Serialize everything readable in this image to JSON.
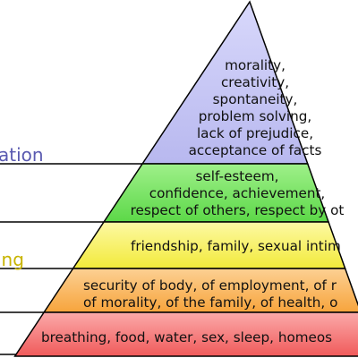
{
  "pyramid": {
    "tiers": [
      {
        "level": "top",
        "fill": "#b8b8ef",
        "fill_light": "#d8d8fb",
        "lines": [
          "morality,",
          "creativity,",
          "spontaneity,",
          "problem solving,",
          "lack of prejudice,",
          "acceptance of facts"
        ]
      },
      {
        "level": "second",
        "fill": "#5cd848",
        "fill_light": "#9ff08a",
        "lines": [
          "self-esteem,",
          "confidence, achievement,",
          "respect of others, respect by ot"
        ]
      },
      {
        "level": "third",
        "fill": "#f2ea3a",
        "fill_light": "#fdf9a4",
        "lines": [
          "friendship, family, sexual intim"
        ]
      },
      {
        "level": "fourth",
        "fill": "#f7a43c",
        "fill_light": "#fcd093",
        "lines": [
          "security of body, of employment, of r",
          "of morality, of the family, of health, o"
        ]
      },
      {
        "level": "base",
        "fill": "#f05a5a",
        "fill_light": "#fbaaaa",
        "lines": [
          "breathing, food, water, sex, sleep, homeos"
        ]
      }
    ],
    "side_labels": [
      {
        "text": "ation",
        "color": "#5a5ab0"
      },
      {
        "text": "ing",
        "color": "#c8b400"
      }
    ]
  }
}
